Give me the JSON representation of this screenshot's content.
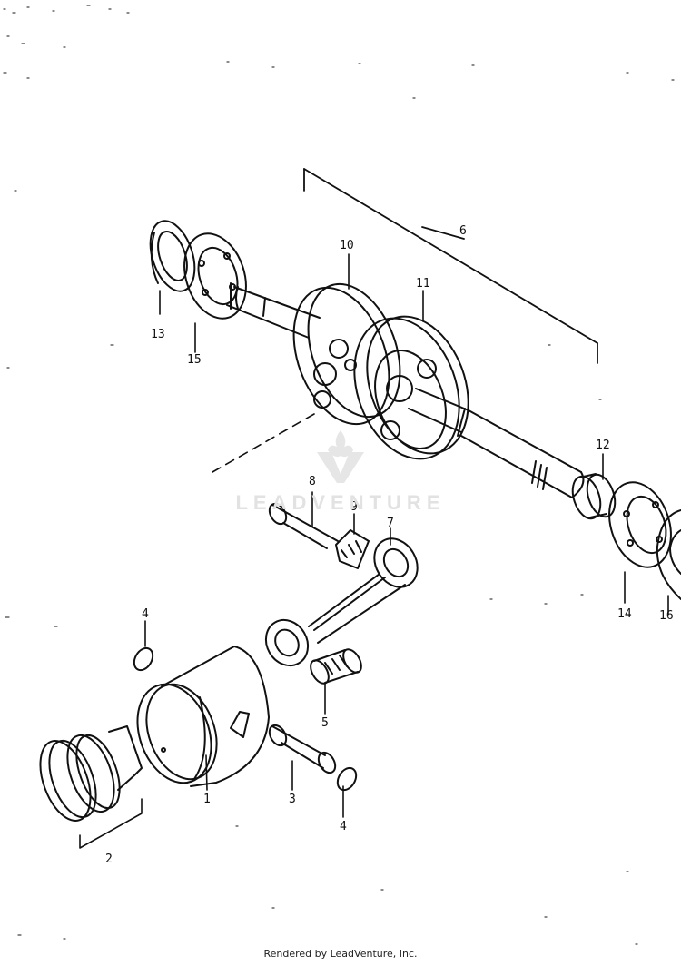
{
  "callouts": [
    {
      "id": "1",
      "part": "piston"
    },
    {
      "id": "2",
      "part": "piston-ring-set"
    },
    {
      "id": "3",
      "part": "piston-pin"
    },
    {
      "id": "4",
      "part": "piston-pin-circlip"
    },
    {
      "id": "5",
      "part": "small-end-needle-bearing"
    },
    {
      "id": "6",
      "part": "crankshaft-assembly"
    },
    {
      "id": "7",
      "part": "connecting-rod"
    },
    {
      "id": "8",
      "part": "crank-pin"
    },
    {
      "id": "9",
      "part": "big-end-needle-bearing"
    },
    {
      "id": "10",
      "part": "crank-web-left"
    },
    {
      "id": "11",
      "part": "crank-web-right"
    },
    {
      "id": "12",
      "part": "spacer"
    },
    {
      "id": "13",
      "part": "oil-seal-left"
    },
    {
      "id": "14",
      "part": "bearing-right"
    },
    {
      "id": "15",
      "part": "bearing-left"
    },
    {
      "id": "16",
      "part": "oil-seal-right"
    }
  ],
  "labels": {
    "c1": "1",
    "c2": "2",
    "c3": "3",
    "c4a": "4",
    "c4b": "4",
    "c5": "5",
    "c6": "6",
    "c7": "7",
    "c8": "8",
    "c9": "9",
    "c10": "10",
    "c11": "11",
    "c12": "12",
    "c13": "13",
    "c14": "14",
    "c15": "15",
    "c16": "16"
  },
  "watermark": {
    "text": "LEADVENTURE"
  },
  "footer": {
    "text": "Rendered by LeadVenture, Inc."
  },
  "colors": {
    "ink": "#111111",
    "paper": "#ffffff",
    "watermark": "#e2e2e2"
  }
}
